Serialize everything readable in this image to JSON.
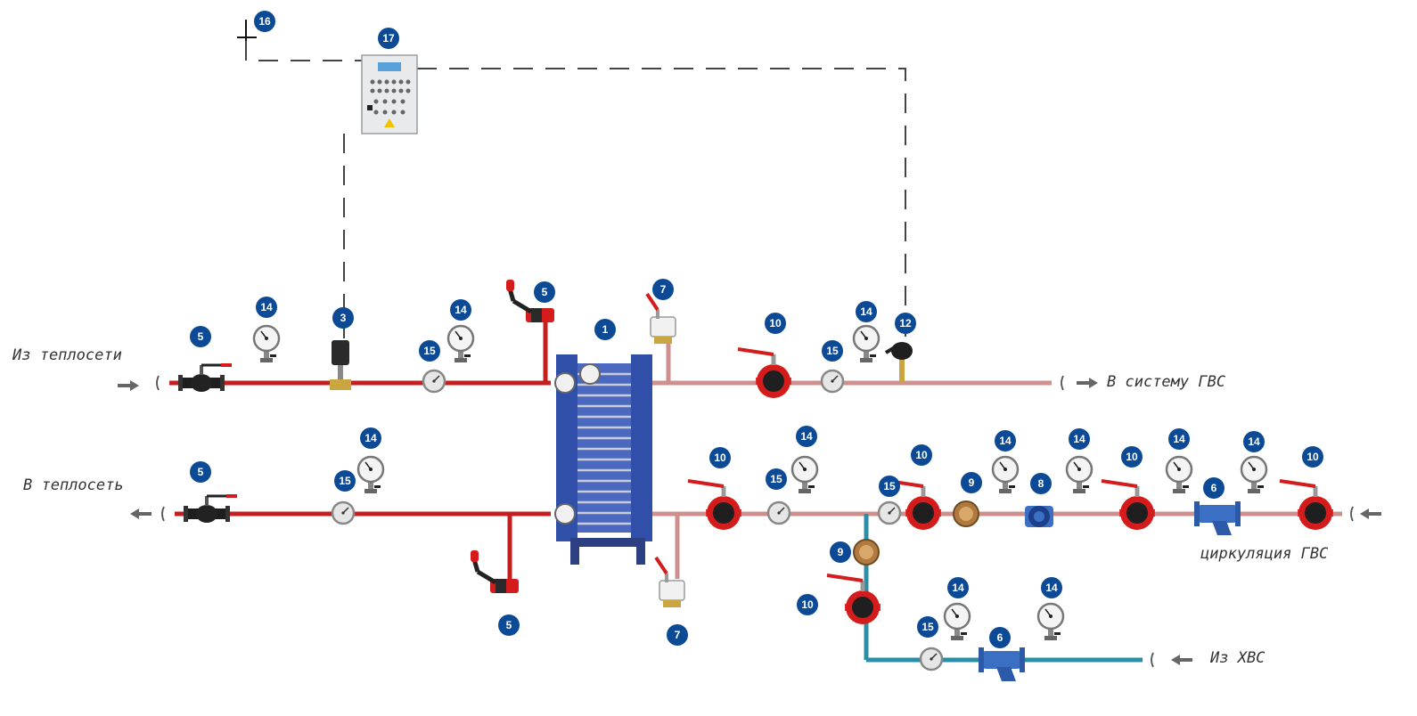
{
  "colors": {
    "supply_pipe": "#c41e1e",
    "hotwater_pipe": "#cf8f8c",
    "coldwater_pipe": "#2b8ea8",
    "badge": "#0d4a96",
    "exchanger": "#2f4fa8",
    "valve_body": "#d41c1c",
    "strainer": "#3a6fc4",
    "signal_line": "#444444"
  },
  "labels": {
    "from_network": "Из теплосети",
    "to_network": "В теплосеть",
    "to_dhw": "В систему ГВС",
    "dhw_circulation": "циркуляция ГВС",
    "from_cold": "Из ХВС"
  },
  "badges": [
    {
      "id": "b16",
      "text": "16"
    },
    {
      "id": "b17",
      "text": "17"
    },
    {
      "id": "b5a",
      "text": "5"
    },
    {
      "id": "b14a",
      "text": "14"
    },
    {
      "id": "b3",
      "text": "3"
    },
    {
      "id": "b15a",
      "text": "15"
    },
    {
      "id": "b14b",
      "text": "14"
    },
    {
      "id": "b5b",
      "text": "5"
    },
    {
      "id": "b1",
      "text": "1"
    },
    {
      "id": "b7a",
      "text": "7"
    },
    {
      "id": "b10a",
      "text": "10"
    },
    {
      "id": "b15b",
      "text": "15"
    },
    {
      "id": "b14c",
      "text": "14"
    },
    {
      "id": "b12",
      "text": "12"
    },
    {
      "id": "b5c",
      "text": "5"
    },
    {
      "id": "b14d",
      "text": "14"
    },
    {
      "id": "b15c",
      "text": "15"
    },
    {
      "id": "b10b",
      "text": "10"
    },
    {
      "id": "b14e",
      "text": "14"
    },
    {
      "id": "b15d",
      "text": "15"
    },
    {
      "id": "b10c",
      "text": "10"
    },
    {
      "id": "b15e",
      "text": "15"
    },
    {
      "id": "b9a",
      "text": "9"
    },
    {
      "id": "b14f",
      "text": "14"
    },
    {
      "id": "b8",
      "text": "8"
    },
    {
      "id": "b14g",
      "text": "14"
    },
    {
      "id": "b10d",
      "text": "10"
    },
    {
      "id": "b14h",
      "text": "14"
    },
    {
      "id": "b6a",
      "text": "6"
    },
    {
      "id": "b14i",
      "text": "14"
    },
    {
      "id": "b10e",
      "text": "10"
    },
    {
      "id": "b5d",
      "text": "5"
    },
    {
      "id": "b7b",
      "text": "7"
    },
    {
      "id": "b9b",
      "text": "9"
    },
    {
      "id": "b10f",
      "text": "10"
    },
    {
      "id": "b14j",
      "text": "14"
    },
    {
      "id": "b14k",
      "text": "14"
    },
    {
      "id": "b15f",
      "text": "15"
    },
    {
      "id": "b6b",
      "text": "6"
    }
  ]
}
